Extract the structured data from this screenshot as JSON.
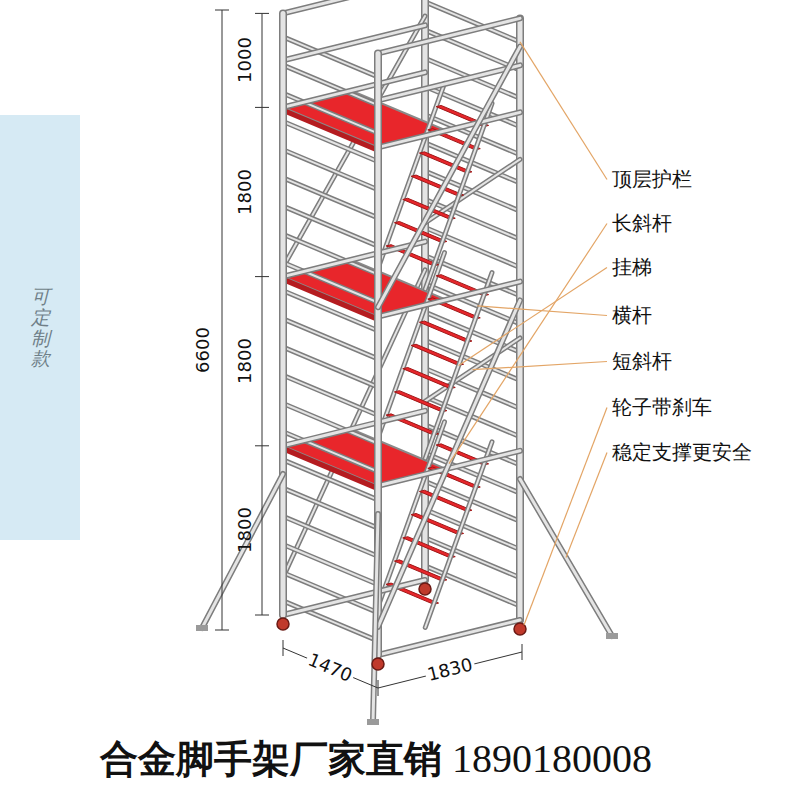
{
  "diagram": {
    "nodes": [
      {
        "text": [
          "可定制款"
        ]
      }
    ],
    "labels": [
      "1000",
      "1800",
      "1800",
      "1800",
      "6600",
      "1470",
      "1830",
      "顶层护栏",
      "长斜杆",
      "挂梯",
      "横杆",
      "短斜杆",
      "轮子带刹车",
      "稳定支撑更安全",
      "合金脚手架厂家直销",
      "1890180008"
    ]
  }
}
